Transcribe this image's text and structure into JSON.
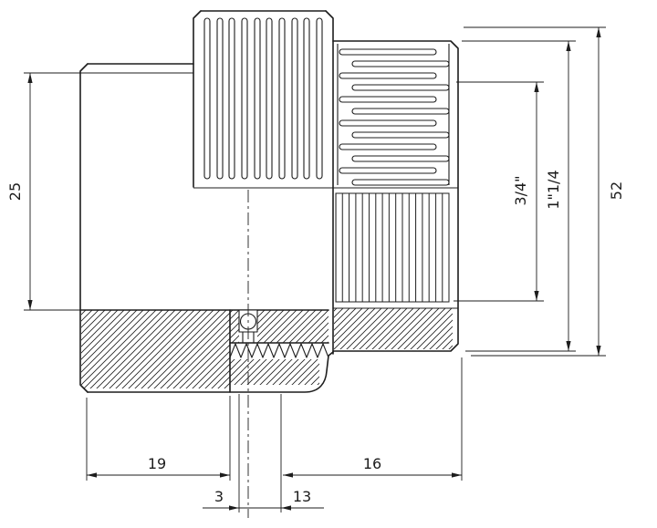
{
  "drawing": {
    "name": "pvc-union-fitting-section-drawing",
    "colors": {
      "line": "#1d1d1d",
      "background": "#ffffff"
    },
    "labels": {
      "socket_diameter": "25",
      "overall_diameter": "52",
      "thread_size": "3/4\"",
      "union_size": "1\"1/4",
      "socket_length": "19",
      "thread_length": "16",
      "seal_offset": "3",
      "seal_to_thread": "13"
    }
  }
}
